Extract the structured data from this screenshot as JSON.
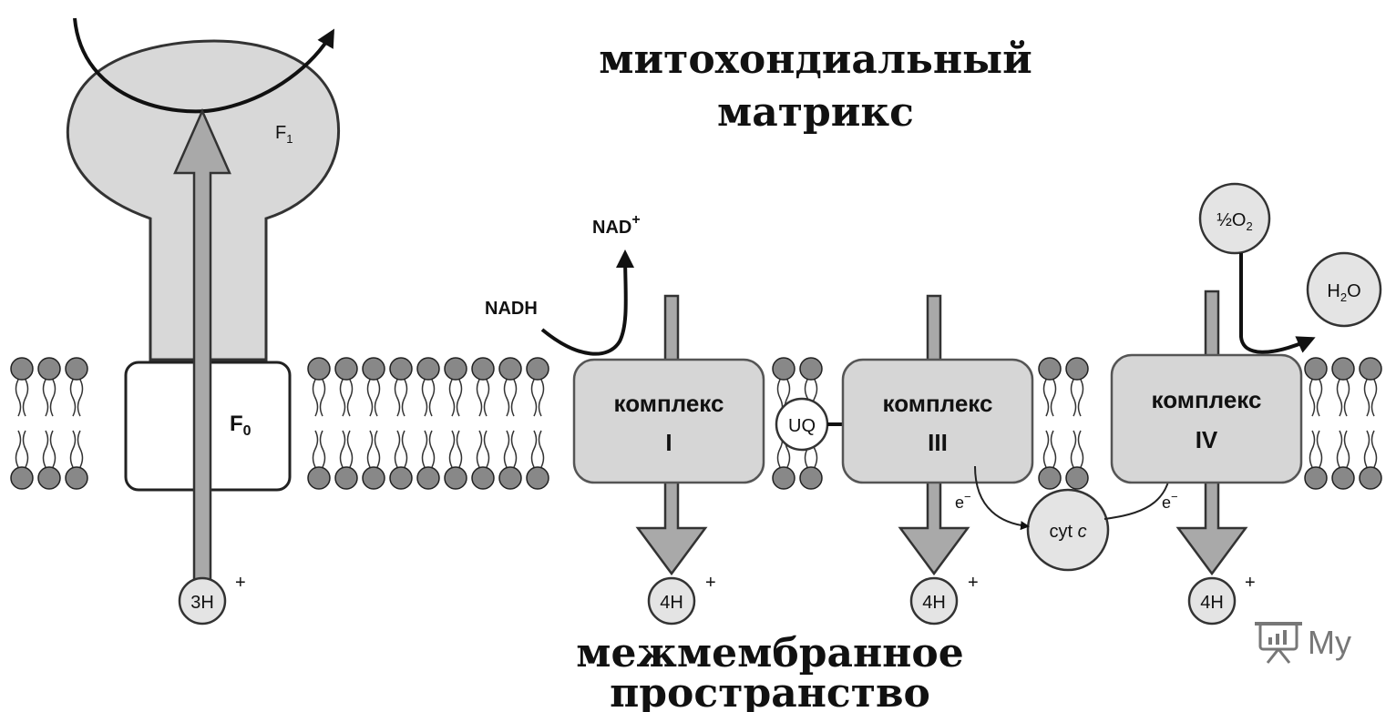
{
  "title": {
    "matrix_line1": "митохондиальный",
    "matrix_line2": "матрикс",
    "space_line1": "межмембранное",
    "space_line2": "пространство"
  },
  "atp_synthase": {
    "f1_label": "F",
    "f1_sub": "1",
    "f0_label": "F",
    "f0_sub": "0",
    "protons": "3H",
    "plus": "+"
  },
  "complex1": {
    "word": "комплекс",
    "numeral": "I",
    "protons": "4H",
    "plus": "+"
  },
  "complex3": {
    "word": "комплекс",
    "numeral": "III",
    "protons": "4H",
    "plus": "+"
  },
  "complex4": {
    "word": "комплекс",
    "numeral": "IV",
    "protons": "4H",
    "plus": "+"
  },
  "nad": {
    "nadh": "NADH",
    "nad_plus": "NAD",
    "nad_sup": "+"
  },
  "ubiquinone": {
    "label": "UQ"
  },
  "cytc": {
    "label": "cyt",
    "italic": "c"
  },
  "electrons": {
    "e1": "e",
    "e2": "e",
    "sup": "−"
  },
  "oxygen": {
    "half": "½O",
    "sub": "2"
  },
  "water": {
    "h": "H",
    "sub": "2",
    "o": "O"
  },
  "watermark": {
    "text": "My"
  },
  "colors": {
    "complex_fill": "#d6d6d6",
    "arrow_fill": "#a9a9a9",
    "lipid_head": "#888888"
  }
}
